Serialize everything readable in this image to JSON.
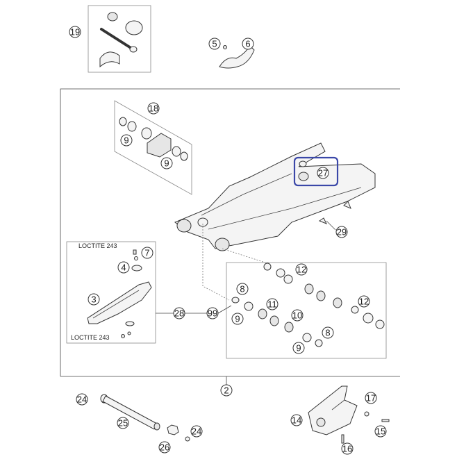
{
  "callouts": {
    "c19": "19",
    "c5": "5",
    "c6": "6",
    "c18": "18",
    "c9a": "9",
    "c9b": "9",
    "c27": "27",
    "c29": "29",
    "c7": "7",
    "c4": "4",
    "c3": "3",
    "c28": "28",
    "c12a": "12",
    "c12b": "12",
    "c8a": "8",
    "c8b": "8",
    "c99": "99",
    "c9c": "9",
    "c11": "11",
    "c10": "10",
    "c9d": "9",
    "c2": "2",
    "c24a": "24",
    "c25": "25",
    "c26": "26",
    "c24b": "24",
    "c17": "17",
    "c14": "14",
    "c15": "15",
    "c16": "16"
  },
  "labels": {
    "loctite_top": "LOCTITE 243",
    "loctite_bottom": "LOCTITE 243"
  },
  "highlight": {
    "color": "#3a47a8",
    "target": "27"
  }
}
